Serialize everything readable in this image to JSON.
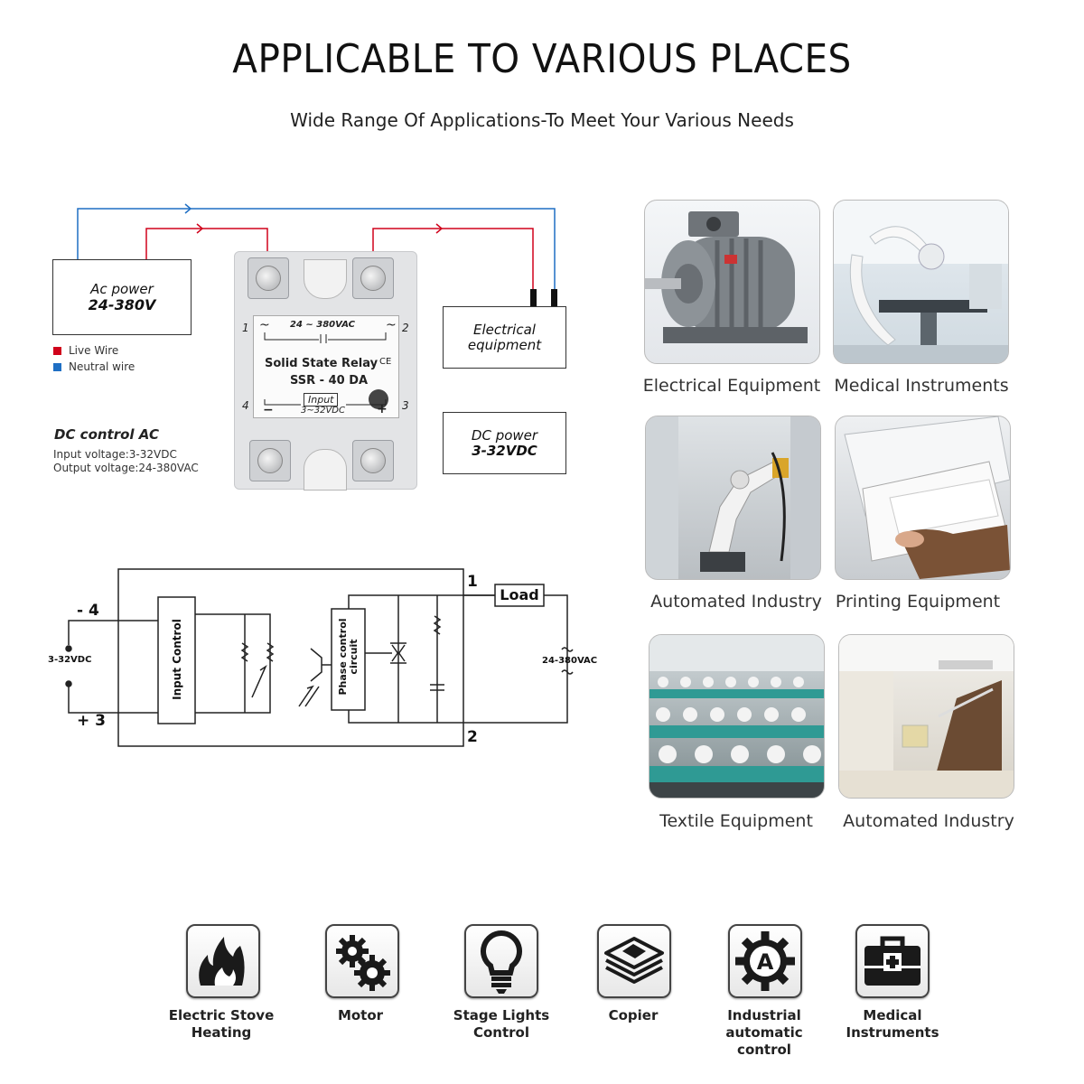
{
  "header": {
    "title": "APPLICABLE TO VARIOUS PLACES",
    "subtitle": "Wide Range Of Applications-To Meet Your Various Needs"
  },
  "wiring": {
    "ac_power": [
      "Ac power",
      "24-380V"
    ],
    "electrical_equipment": [
      "Electrical",
      "equipment"
    ],
    "dc_power": [
      "DC power",
      "3-32VDC"
    ],
    "legend": [
      {
        "label": "Live Wire",
        "color": "#d0021b"
      },
      {
        "label": "Neutral wire",
        "color": "#1f6fc4"
      }
    ],
    "dc_control_title": "DC control AC",
    "input_voltage": "Input voltage:3-32VDC",
    "output_voltage": "Output voltage:24-380VAC",
    "relay": {
      "pin1": "1",
      "pin2": "2",
      "pin3": "3",
      "pin4": "4",
      "tilde": "~",
      "ac_range": "24 ~ 380VAC",
      "name": "Solid State Relay",
      "ce": "CE",
      "model": "SSR - 40 DA",
      "input": "Input",
      "minus": "−",
      "plus": "+",
      "dc_range": "3~32VDC"
    }
  },
  "schematic": {
    "minus4": "- 4",
    "plus3": "+ 3",
    "vdc": "3-32VDC",
    "input_control": "Input Control",
    "phase_control": [
      "Phase control",
      "circuit"
    ],
    "terminal1": "1",
    "terminal2": "2",
    "load": "Load",
    "vac": "24-380VAC"
  },
  "applications": [
    {
      "caption": "Electrical Equipment",
      "icon": "motor-photo"
    },
    {
      "caption": "Medical Instruments",
      "icon": "medical-photo"
    },
    {
      "caption": "Automated Industry",
      "icon": "robot-photo"
    },
    {
      "caption": "Printing Equipment",
      "icon": "printer-photo"
    },
    {
      "caption": "Textile Equipment",
      "icon": "textile-photo"
    },
    {
      "caption": "Automated Industry",
      "icon": "building-photo"
    }
  ],
  "icons": [
    {
      "label": "Electric Stove Heating",
      "lines": [
        "Electric Stove",
        "Heating"
      ],
      "icon": "flame-icon"
    },
    {
      "label": "Motor",
      "lines": [
        "Motor"
      ],
      "icon": "gears-icon"
    },
    {
      "label": "Stage Lights Control",
      "lines": [
        "Stage Lights",
        "Control"
      ],
      "icon": "lightbulb-icon"
    },
    {
      "label": "Copier",
      "lines": [
        "Copier"
      ],
      "icon": "copier-icon"
    },
    {
      "label": "Industrial automatic control",
      "lines": [
        "Industrial",
        "automatic",
        "control"
      ],
      "icon": "automation-gear-icon"
    },
    {
      "label": "Medical Instruments",
      "lines": [
        "Medical",
        "Instruments"
      ],
      "icon": "medical-kit-icon"
    }
  ]
}
